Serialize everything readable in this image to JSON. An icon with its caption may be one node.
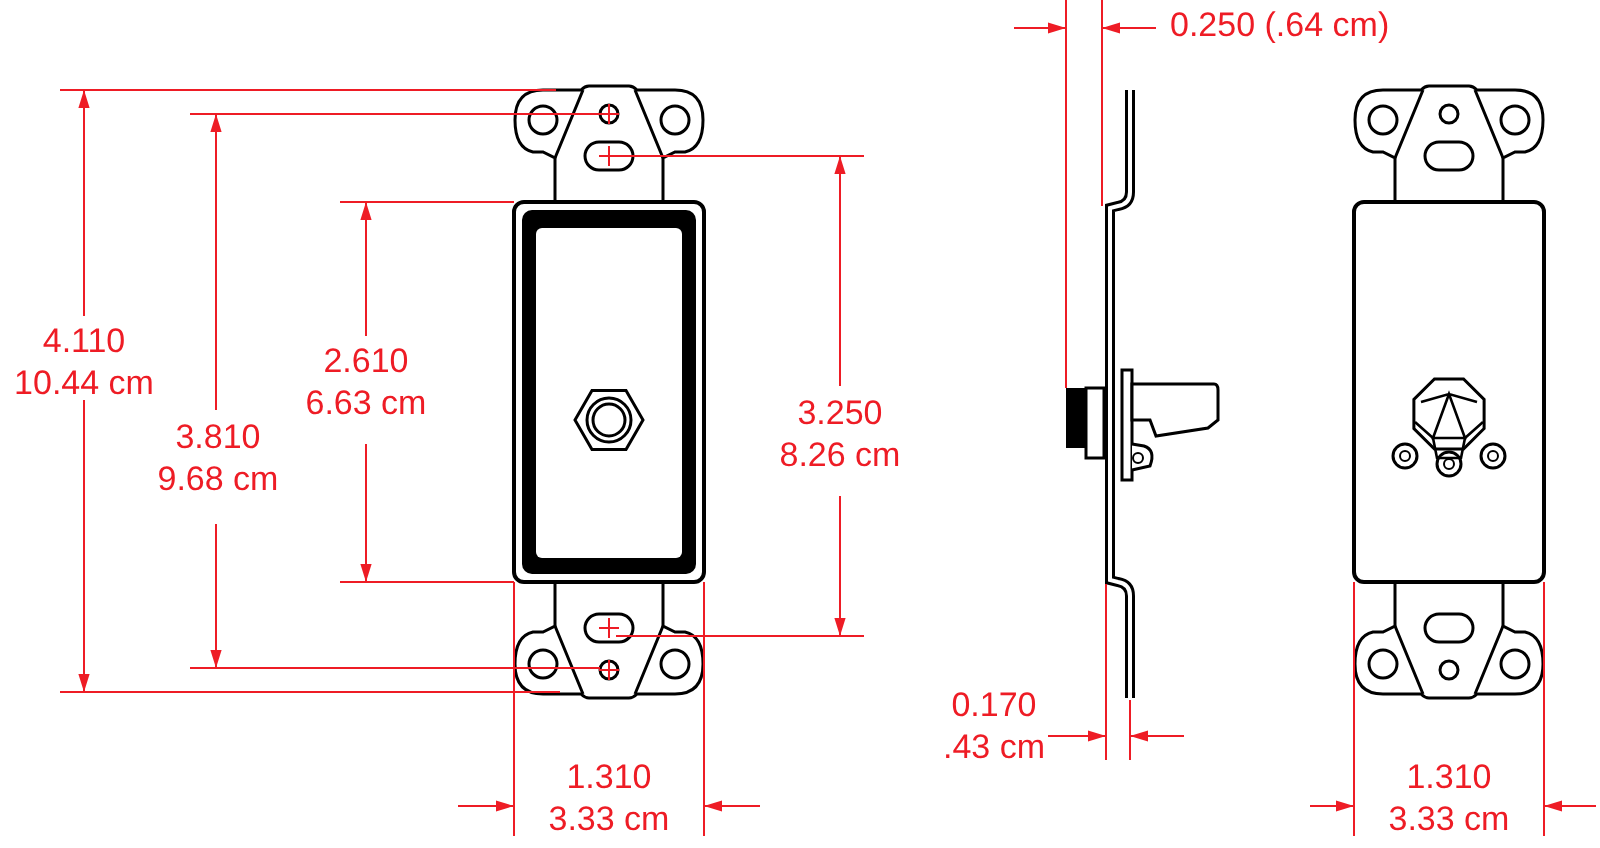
{
  "diagram": {
    "labels": [
      "0.250 (.64 cm)",
      "4.110 10.44 cm",
      "2.610 6.63 cm",
      "3.250 8.26 cm",
      "3.810 9.68 cm",
      "0.170 .43 cm",
      "1.310 3.33 cm",
      "1.310 3.33 cm"
    ]
  }
}
